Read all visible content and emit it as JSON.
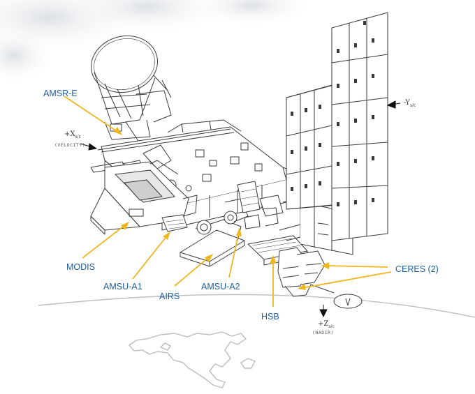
{
  "instruments": {
    "amsr_e": "AMSR-E",
    "modis": "MODIS",
    "amsu_a1": "AMSU-A1",
    "airs": "AIRS",
    "amsu_a2": "AMSU-A2",
    "hsb": "HSB",
    "ceres": "CERES (2)"
  },
  "axes": {
    "x_axis": "+X",
    "x_sub": "s/c",
    "x_note": "(VELOCITY)",
    "y_axis": "-Y",
    "y_sub": "s/c",
    "z_axis": "+Z",
    "z_sub": "s/c",
    "z_note": "(NADIR)"
  },
  "colors": {
    "label_text": "#1f5fa0",
    "leader_line": "#f0b51f",
    "line_art": "#3a3a3a",
    "earth_outline": "#bdbdbd"
  }
}
